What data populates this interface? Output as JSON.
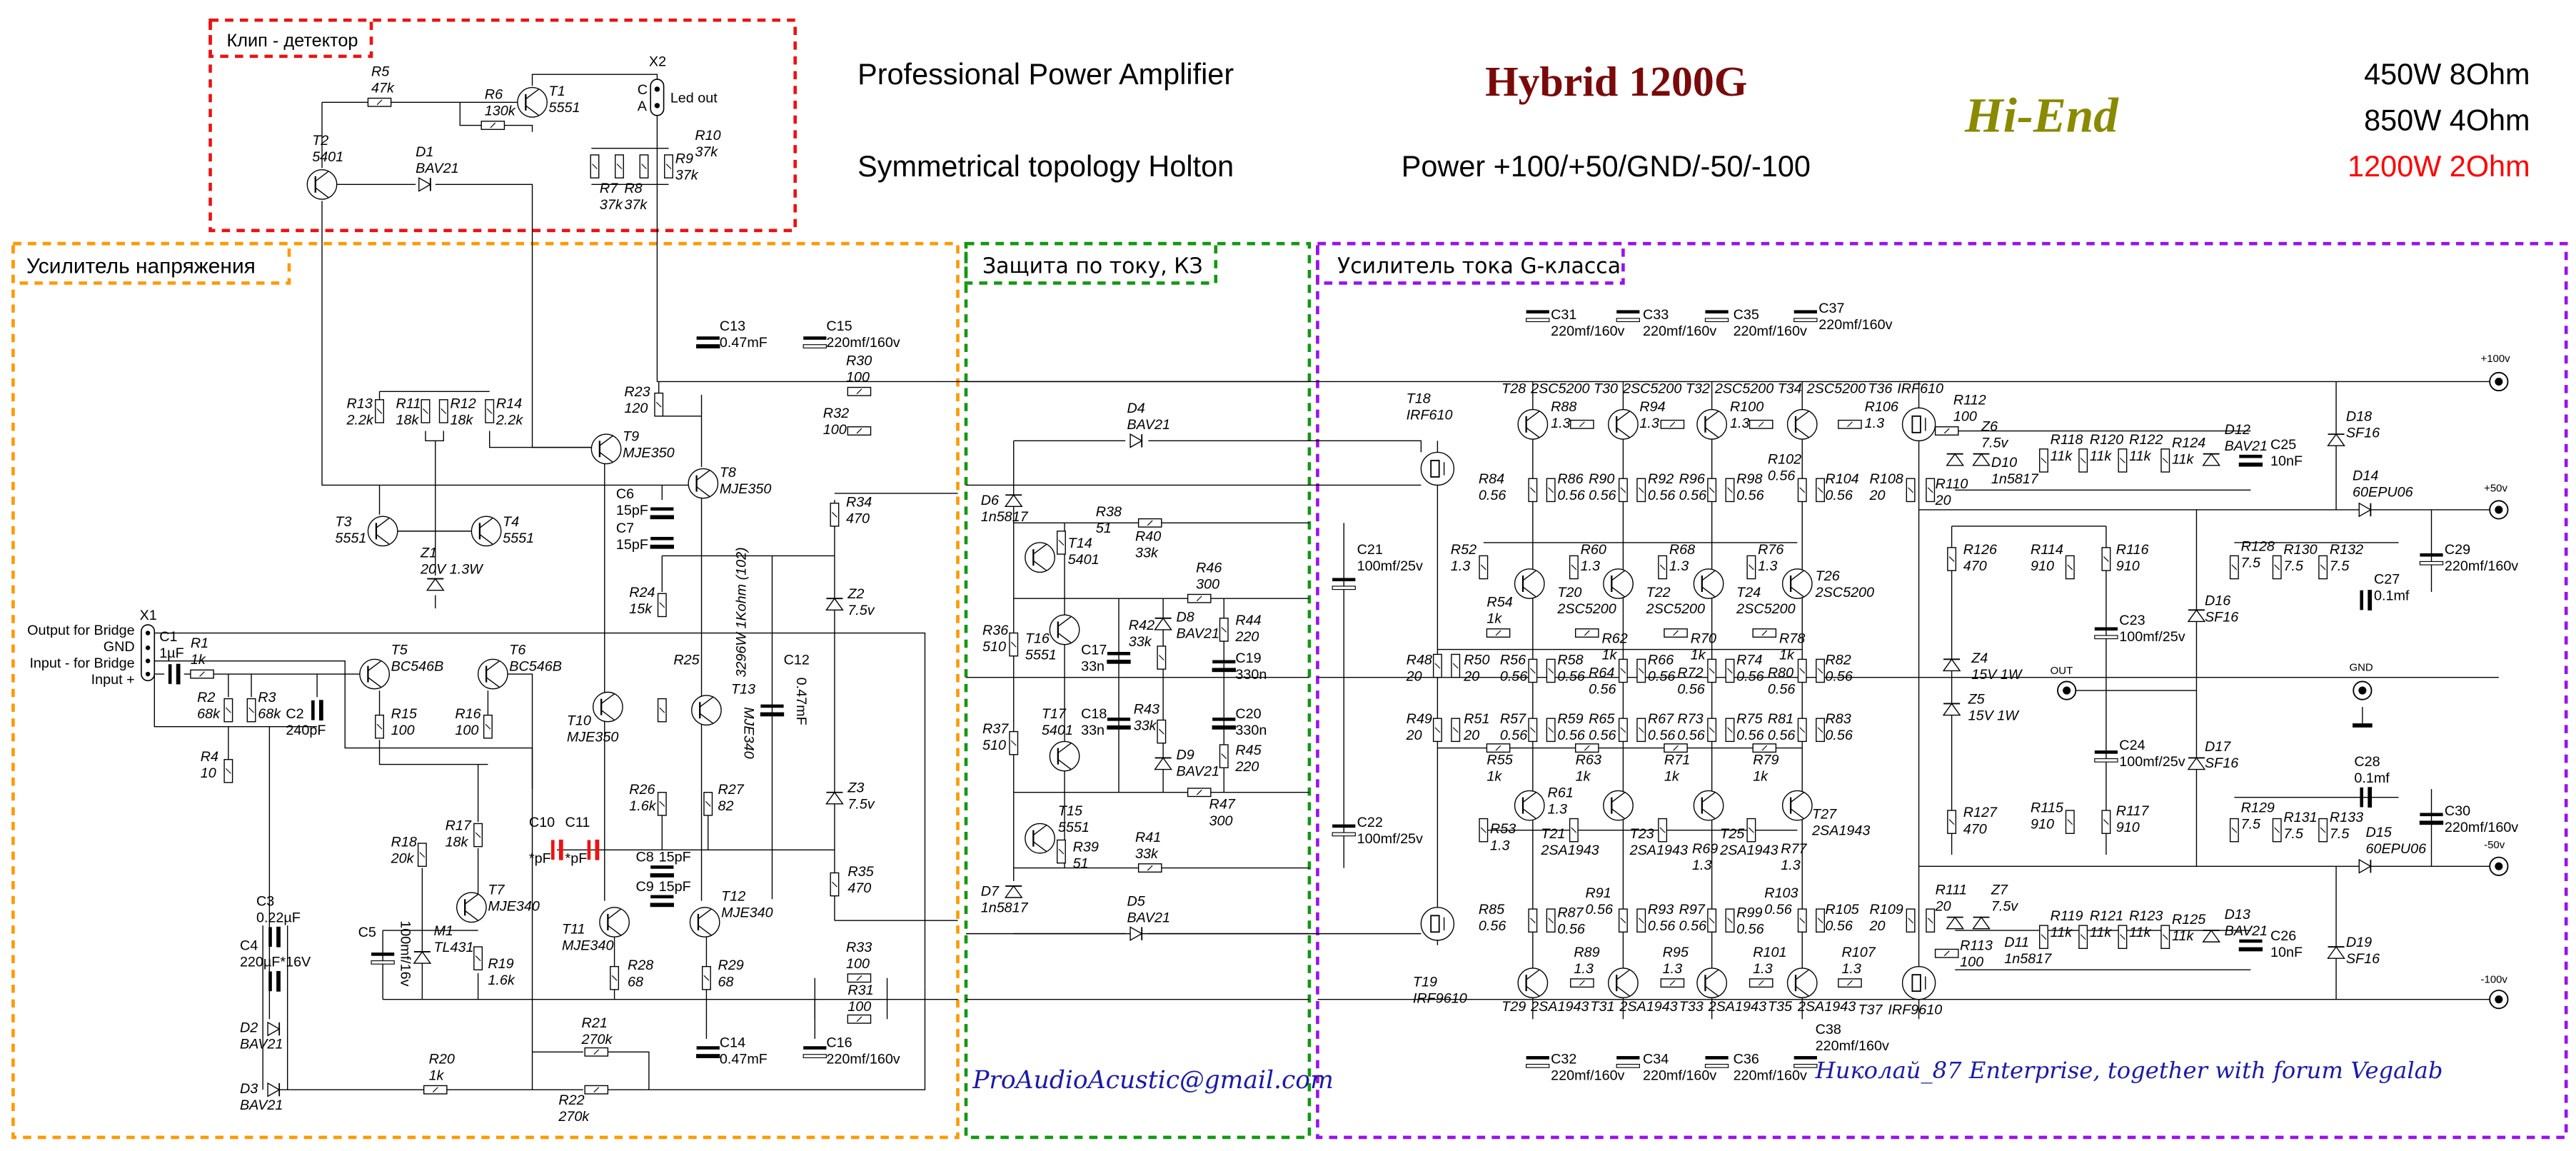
{
  "header": {
    "line1": "Professional Power Amplifier",
    "line2": "Symmetrical topology Holton",
    "brand": "Hybrid 1200G",
    "power": "Power +100/+50/GND/-50/-100",
    "hiend": "Hi-End",
    "spec1": "450W 8Ohm",
    "spec2": "850W 4Ohm",
    "spec3": "1200W 2Ohm"
  },
  "sections": {
    "clip": "Клип - детектор",
    "vamp": "Усилитель напряжения",
    "protect": "Защита по току, КЗ",
    "camp": "Усилитель тока G-класса"
  },
  "connectors": {
    "x2": "X2",
    "x2_c": "C",
    "x2_a": "A",
    "x2_led": "Led out",
    "x1": "X1",
    "x1_out": "Output for Bridge",
    "x1_gnd": "GND",
    "x1_inb": "Input - for Bridge",
    "x1_in": "Input +",
    "rail_p100": "+100v",
    "rail_p50": "+50v",
    "out": "OUT",
    "gnd": "GND",
    "rail_m50": "-50v",
    "rail_m100": "-100v"
  },
  "footer": {
    "email": "ProAudioAcustic@gmail.com",
    "credit": "Николай_87 Enterprise, together with forum Vegalab"
  },
  "colors": {
    "clip": "#ee1111",
    "vamp": "#ff9900",
    "protect": "#119911",
    "camp": "#9911ee",
    "brand": "#7a0a0a",
    "hiend": "#8a8a00",
    "spec3": "#ff0000",
    "script": "#1a1aa8",
    "trim_caps": "#ee1111"
  },
  "components": {
    "R5": "47k",
    "R6": "130k",
    "T1": "5551",
    "T2": "5401",
    "D1": "BAV21",
    "R7": "37k",
    "R8": "37k",
    "R9": "37k",
    "R10": "37k",
    "R13": "2.2k",
    "R11": "18k",
    "R12": "18k",
    "R14": "2.2k",
    "T9": "MJE350",
    "T8": "MJE350",
    "C13": "0.47mF",
    "C15": "220mf/160v",
    "R30": "100",
    "R32": "100",
    "R23": "120",
    "C6": "15pF",
    "C7": "15pF",
    "T3": "5551",
    "T4": "5551",
    "Z1": "20V 1.3W",
    "R34": "470",
    "Z2": "7.5v",
    "Z3": "7.5v",
    "R35": "470",
    "R24": "15k",
    "C1": "1µF",
    "R1": "1k",
    "R2": "68k",
    "R3": "68k",
    "C2": "240pF",
    "R4": "10",
    "T5": "BC546B",
    "T6": "BC546B",
    "R15": "100",
    "R16": "100",
    "T10": "MJE350",
    "R25": "3296W 1Kohm (102)",
    "T13": "MJE340",
    "C12": "0.47mF",
    "R26": "1.6k",
    "R27": "82",
    "C10": "*pF",
    "C11": "*pF",
    "C8": "15pF",
    "C9": "15pF",
    "R17": "18k",
    "R18": "20k",
    "T7": "MJE340",
    "C5": "100mf/16v",
    "M1": "TL431",
    "R19": "1.6k",
    "T11": "MJE340",
    "T12": "MJE340",
    "R28": "68",
    "R29": "68",
    "R33": "100",
    "R31": "100",
    "C14": "0.47mF",
    "C16": "220mf/160v",
    "C3": "0.22µF",
    "C4": "220µF*16V",
    "D2": "BAV21",
    "D3": "BAV21",
    "R20": "1k",
    "R21": "270k",
    "R22": "270k",
    "D4": "BAV21",
    "D6": "1n5817",
    "T14": "5401",
    "R38": "51",
    "R40": "33k",
    "R46": "300",
    "T16": "5551",
    "R36": "510",
    "C17": "33n",
    "D8": "BAV21",
    "R42": "33k",
    "R44": "220",
    "C19": "330n",
    "C18": "33n",
    "R43": "33k",
    "C20": "330n",
    "D9": "BAV21",
    "R45": "220",
    "R37": "510",
    "T17": "5401",
    "R47": "300",
    "T15": "5551",
    "R39": "51",
    "R41": "33k",
    "D7": "1n5817",
    "D5": "BAV21",
    "C31": "220mf/160v",
    "C33": "220mf/160v",
    "C35": "220mf/160v",
    "C37": "220mf/160v",
    "C32": "220mf/160v",
    "C34": "220mf/160v",
    "C36": "220mf/160v",
    "C38": "220mf/160v",
    "T28": "2SC5200",
    "T30": "2SC5200",
    "T32": "2SC5200",
    "T34": "2SC5200",
    "T36": "IRF610",
    "R88": "1.3",
    "R94": "1.3",
    "R100": "1.3",
    "R106": "1.3",
    "R112": "100",
    "R84": "0.56",
    "R86": "0.56",
    "R90": "0.56",
    "R92": "0.56",
    "R96": "0.56",
    "R98": "0.56",
    "R102": "0.56",
    "R104": "0.56",
    "R108": "20",
    "R110": "20",
    "T18": "IRF610",
    "C21": "100mf/25v",
    "R52": "1.3",
    "R60": "1.3",
    "R68": "1.3",
    "R76": "1.3",
    "T20": "2SC5200",
    "T22": "2SC5200",
    "T24": "2SC5200",
    "T26": "2SC5200",
    "R54": "1k",
    "R62": "1k",
    "R70": "1k",
    "R78": "1k",
    "R56": "0.56",
    "R58": "0.56",
    "R64": "0.56",
    "R66": "0.56",
    "R72": "0.56",
    "R74": "0.56",
    "R80": "0.56",
    "R82": "0.56",
    "R48": "20",
    "R50": "20",
    "R49": "20",
    "R51": "20",
    "R57": "0.56",
    "R59": "0.56",
    "R65": "0.56",
    "R67": "0.56",
    "R73": "0.56",
    "R75": "0.56",
    "R81": "0.56",
    "R83": "0.56",
    "R55": "1k",
    "R63": "1k",
    "R71": "1k",
    "R79": "1k",
    "T21": "2SA1943",
    "T23": "2SA1943",
    "T25": "2SA1943",
    "T27": "2SA1943",
    "R53": "1.3",
    "R61": "1.3",
    "R69": "1.3",
    "R77": "1.3",
    "C22": "100mf/25v",
    "T19": "IRF9610",
    "R85": "0.56",
    "R87": "0.56",
    "R91": "0.56",
    "R93": "0.56",
    "R97": "0.56",
    "R99": "0.56",
    "R103": "0.56",
    "R105": "0.56",
    "R109": "20",
    "R111": "20",
    "T29": "2SA1943",
    "T31": "2SA1943",
    "T33": "2SA1943",
    "T35": "2SA1943",
    "T37": "IRF9610",
    "R89": "1.3",
    "R95": "1.3",
    "R101": "1.3",
    "R107": "1.3",
    "R113": "100",
    "Z6": "7.5v",
    "D10": "1n5817",
    "R118": "11k",
    "R120": "11k",
    "R122": "11k",
    "R124": "11k",
    "D12": "BAV21",
    "C25": "10nF",
    "D18": "SF16",
    "D14": "60EPU06",
    "C29": "220mf/160v",
    "R126": "470",
    "R114": "910",
    "R116": "910",
    "R128": "7.5",
    "R130": "7.5",
    "R132": "7.5",
    "C27": "0.1mf",
    "D16": "SF16",
    "C23": "100mf/25v",
    "Z4": "15V 1W",
    "Z5": "15V 1W",
    "C24": "100mf/25v",
    "D17": "SF16",
    "C28": "0.1mf",
    "C30": "220mf/160v",
    "R127": "470",
    "R115": "910",
    "R117": "910",
    "R129": "7.5",
    "R131": "7.5",
    "R133": "7.5",
    "D15": "60EPU06",
    "Z7": "7.5v",
    "D11": "1n5817",
    "R119": "11k",
    "R121": "11k",
    "R123": "11k",
    "R125": "11k",
    "D13": "BAV21",
    "C26": "10nF",
    "D19": "SF16"
  }
}
